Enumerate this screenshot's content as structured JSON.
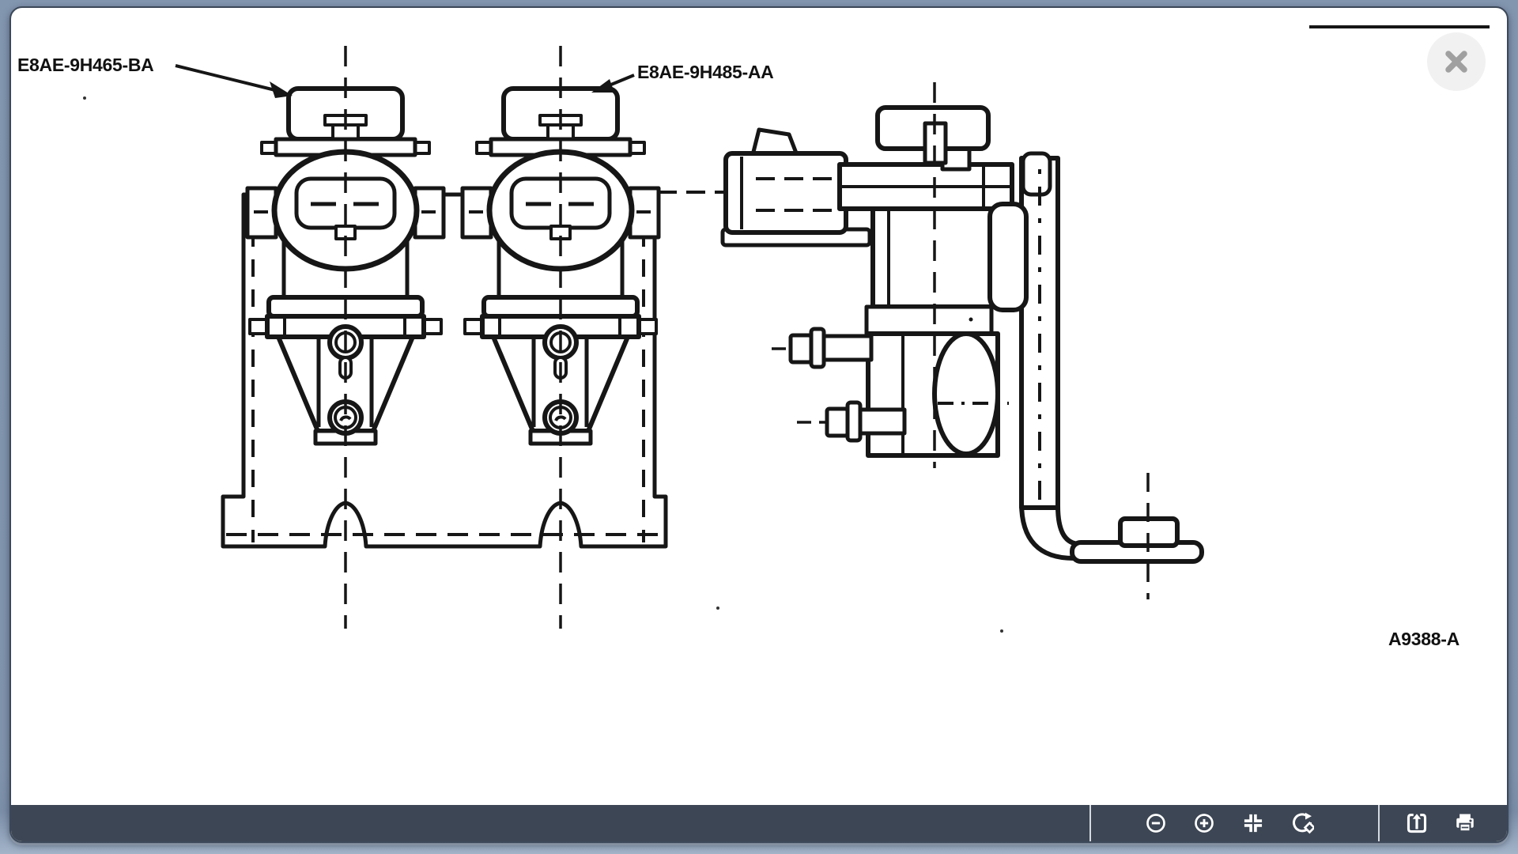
{
  "diagram": {
    "part_labels": [
      {
        "text": "E8AE-9H465-BA"
      },
      {
        "text": "E8AE-9H485-AA"
      }
    ],
    "figure_code": "A9388-A"
  },
  "viewer": {
    "close_button": {
      "icon": "x-icon",
      "name": "close"
    },
    "toolbar": {
      "buttons": [
        {
          "name": "zoom-out",
          "icon": "zoom-out-icon"
        },
        {
          "name": "zoom-in",
          "icon": "zoom-in-icon"
        },
        {
          "name": "fit-to-screen",
          "icon": "compress-icon"
        },
        {
          "name": "rotate",
          "icon": "rotate-icon"
        },
        {
          "name": "export",
          "icon": "export-icon"
        },
        {
          "name": "print",
          "icon": "print-icon"
        }
      ]
    },
    "colors": {
      "backdrop": "#8093ad",
      "canvas": "#ffffff",
      "toolbar_bg": "#3d4654",
      "toolbar_icon": "#ffffff",
      "divider": "#d4dae0",
      "close_bg": "#f1f1f1",
      "close_glyph": "#a0a0a0",
      "ink": "#161616"
    }
  }
}
